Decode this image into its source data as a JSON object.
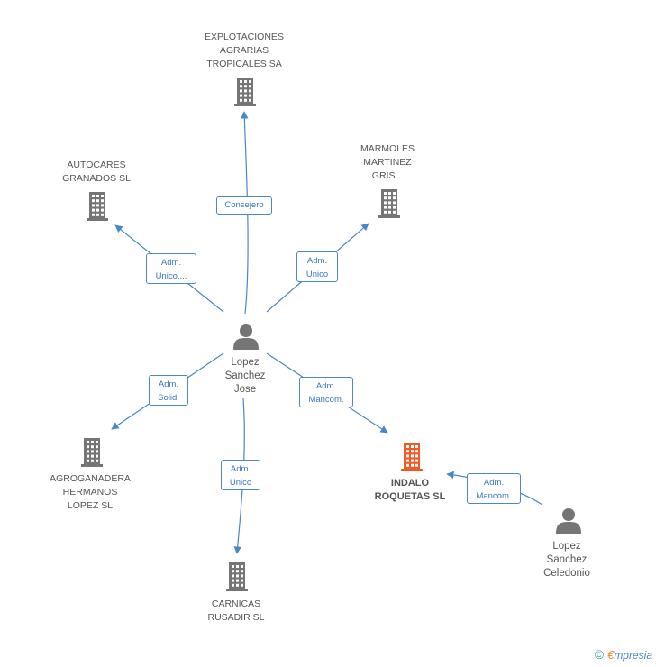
{
  "companies": [
    {
      "id": "explotaciones",
      "label": "EXPLOTACIONES\nAGRARIAS\nTROPICALES SA",
      "highlight": false
    },
    {
      "id": "marmoles",
      "label": "MARMOLES\nMARTINEZ\nGRIS...",
      "highlight": false
    },
    {
      "id": "autocares",
      "label": "AUTOCARES\nGRANADOS SL",
      "highlight": false
    },
    {
      "id": "agroganadera",
      "label": "AGROGANADERA\nHERMANOS\nLOPEZ SL",
      "highlight": false
    },
    {
      "id": "carnicas",
      "label": "CARNICAS\nRUSADIR SL",
      "highlight": false
    },
    {
      "id": "indalo",
      "label": "INDALO\nROQUETAS SL",
      "highlight": true
    }
  ],
  "persons": [
    {
      "id": "jose",
      "label": "Lopez\nSanchez\nJose"
    },
    {
      "id": "celedonio",
      "label": "Lopez\nSanchez\nCeledonio"
    }
  ],
  "edges": [
    {
      "id": "e1",
      "role": "Consejero"
    },
    {
      "id": "e2",
      "role": "Adm.\nUnico"
    },
    {
      "id": "e3",
      "role": "Adm.\nUnico,..."
    },
    {
      "id": "e4",
      "role": "Adm.\nSolid."
    },
    {
      "id": "e5",
      "role": "Adm.\nUnico"
    },
    {
      "id": "e6",
      "role": "Adm.\nMancom."
    },
    {
      "id": "e7",
      "role": "Adm.\nMancom."
    }
  ],
  "colors": {
    "edge": "#4a87c9",
    "building": "#757575",
    "building_highlight": "#f05a28",
    "person": "#757575"
  },
  "footer": {
    "copyright": "©",
    "brand_e": "€",
    "brand_rest": "mpresia"
  }
}
